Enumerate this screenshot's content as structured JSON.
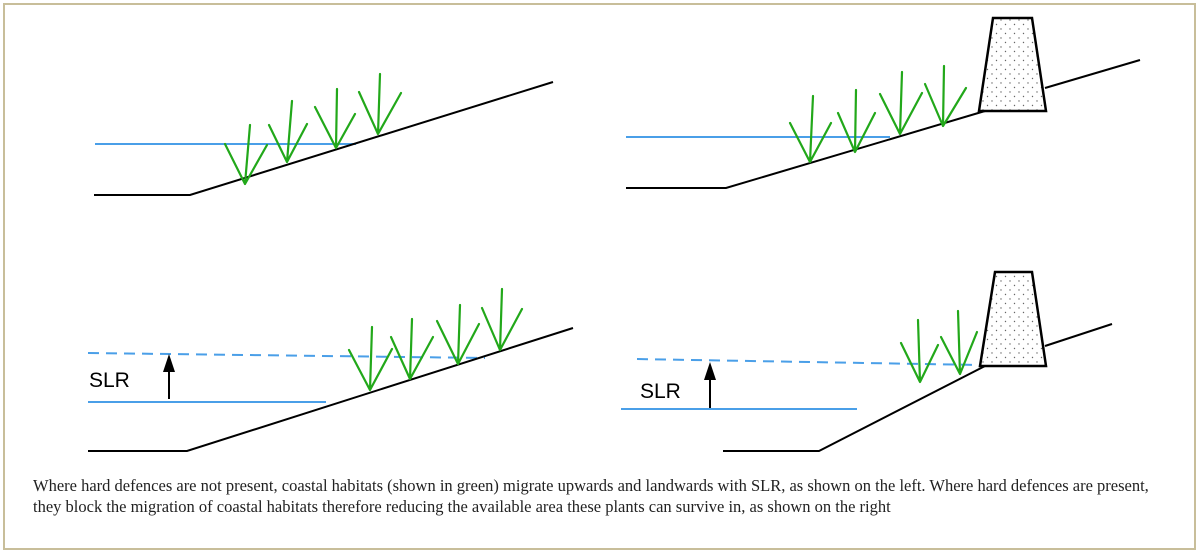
{
  "labels": {
    "slr_left": "SLR",
    "slr_right": "SLR"
  },
  "caption": "Where hard defences are not present, coastal habitats (shown in green) migrate upwards and landwards with SLR, as shown on the left. Where hard defences are present, they block the migration of coastal habitats therefore reducing the available area these plants can survive in, as shown on the right",
  "colors": {
    "border": "#c8be9a",
    "water": "#4a9fe8",
    "plants": "#22a81a",
    "ground": "#000000",
    "wall_fill": "#ffffff"
  },
  "icons": {
    "plant": "plant-icon",
    "sea_wall": "sea-wall-icon",
    "arrow": "arrow-up-icon"
  }
}
